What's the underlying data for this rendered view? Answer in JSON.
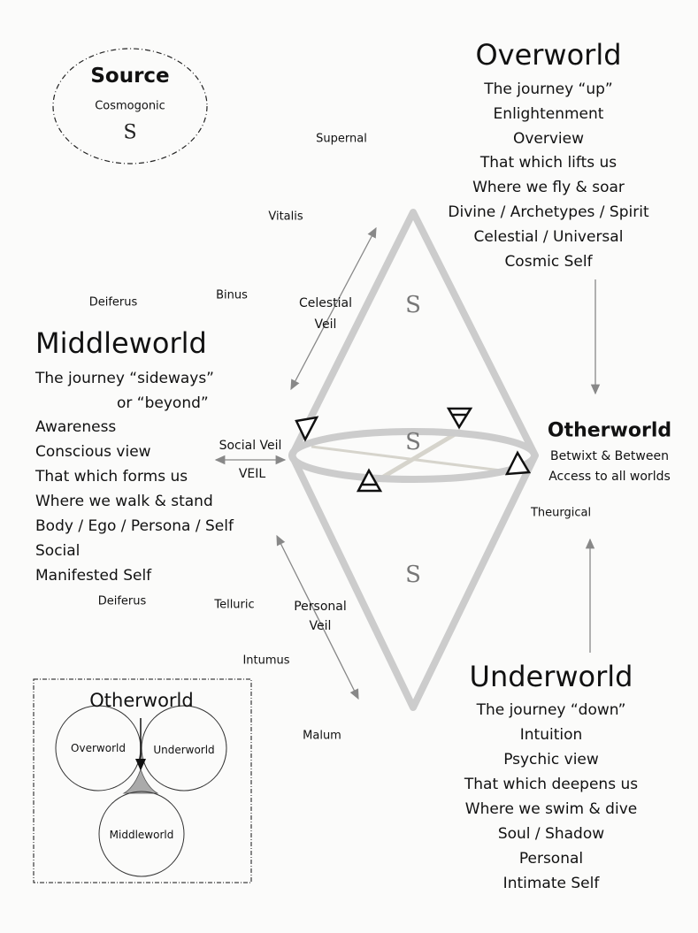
{
  "source": {
    "title": "Source",
    "subtitle": "Cosmogonic",
    "symbol": "S"
  },
  "overworld": {
    "title": "Overworld",
    "lines": [
      "The journey “up”",
      "Enlightenment",
      "Overview",
      "That which lifts us",
      "Where we fly & soar",
      "Divine / Archetypes / Spirit",
      "Celestial / Universal",
      "Cosmic Self"
    ]
  },
  "middleworld": {
    "title": "Middleworld",
    "lines": [
      "The journey “sideways”",
      "or “beyond”",
      "Awareness",
      "Conscious view",
      "That which forms us",
      "Where we walk & stand",
      "Body / Ego / Persona / Self",
      "Social",
      "Manifested Self"
    ]
  },
  "otherworld": {
    "title": "Otherworld",
    "lines": [
      "Betwixt & Between",
      "Access to all worlds"
    ]
  },
  "underworld": {
    "title": "Underworld",
    "lines": [
      "The journey “down”",
      "Intuition",
      "Psychic view",
      "That which deepens us",
      "Where we swim & dive",
      "Soul / Shadow",
      "Personal",
      "Intimate Self"
    ]
  },
  "labels": {
    "supernal": "Supernal",
    "vitalis": "Vitalis",
    "deiferus_top": "Deiferus",
    "binus": "Binus",
    "celestial_veil_1": "Celestial",
    "celestial_veil_2": "Veil",
    "social_veil": "Social Veil",
    "veil": "VEIL",
    "deiferus_bottom": "Deiferus",
    "telluric": "Telluric",
    "personal_veil_1": "Personal",
    "personal_veil_2": "Veil",
    "intumus": "Intumus",
    "malum": "Malum",
    "theurgical": "Theurgical"
  },
  "symbols": {
    "spiral": "S"
  },
  "inset": {
    "title": "Otherworld",
    "circles": [
      "Overworld",
      "Underworld",
      "Middleworld"
    ]
  },
  "colors": {
    "frame": "#cccccc",
    "axis": "#d6d4cc",
    "arrow": "#888888"
  }
}
